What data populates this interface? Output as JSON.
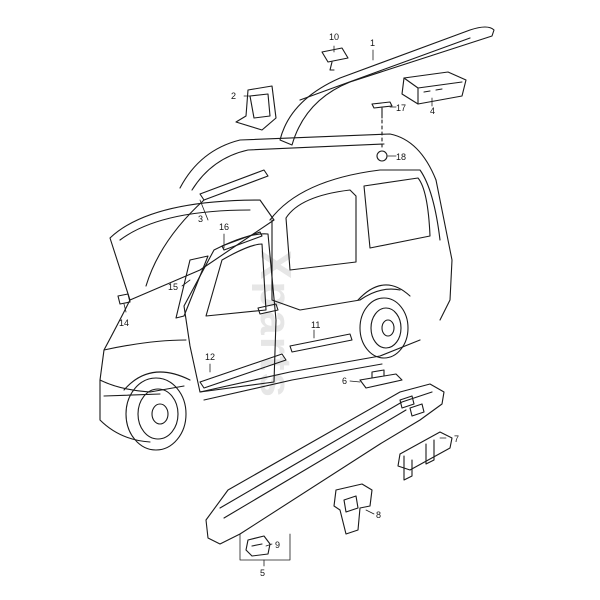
{
  "diagram": {
    "watermark": "Xparts",
    "watermark_sub": "",
    "colors": {
      "line": "#1a1a1a",
      "paper": "#ffffff",
      "watermark": "#e6e6e6"
    },
    "callouts": [
      {
        "id": "1",
        "text": "1"
      },
      {
        "id": "2",
        "text": "2"
      },
      {
        "id": "3",
        "text": "3"
      },
      {
        "id": "4",
        "text": "4"
      },
      {
        "id": "5",
        "text": "5"
      },
      {
        "id": "6",
        "text": "6"
      },
      {
        "id": "7",
        "text": "7"
      },
      {
        "id": "8",
        "text": "8"
      },
      {
        "id": "9",
        "text": "9"
      },
      {
        "id": "10",
        "text": "10"
      },
      {
        "id": "11",
        "text": "11"
      },
      {
        "id": "12",
        "text": "12"
      },
      {
        "id": "14",
        "text": "14"
      },
      {
        "id": "15",
        "text": "15"
      },
      {
        "id": "16",
        "text": "16"
      },
      {
        "id": "17",
        "text": "17"
      },
      {
        "id": "18",
        "text": "18"
      }
    ]
  }
}
